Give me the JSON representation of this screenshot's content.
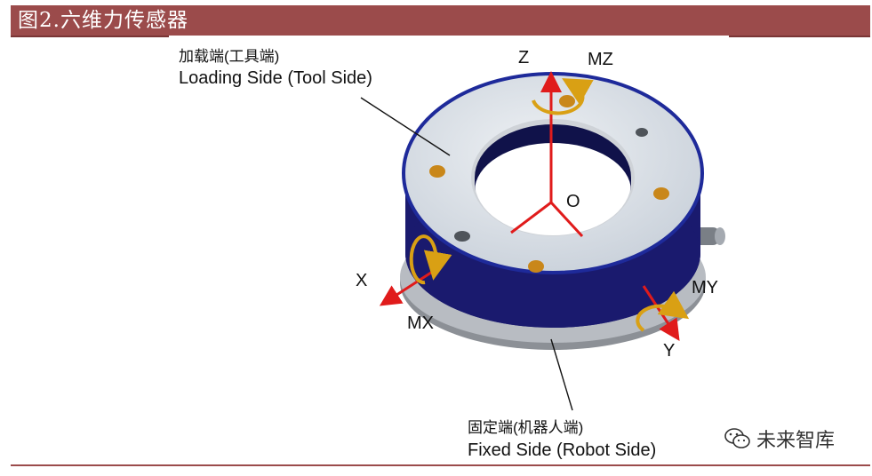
{
  "figure_title": "图2.六维力传感器",
  "loading_side": {
    "cn": "加载端(工具端)",
    "en": "Loading Side (Tool Side)"
  },
  "fixed_side": {
    "cn": "固定端(机器人端)",
    "en": "Fixed Side (Robot Side)"
  },
  "axes": {
    "z": "Z",
    "mz": "MZ",
    "origin": "O",
    "x": "X",
    "mx": "MX",
    "y": "Y",
    "my": "MY"
  },
  "watermark": {
    "text": "未来智库",
    "icon": "wechat-icon"
  },
  "colors": {
    "title_bar": "#9b4b4b",
    "ring_top": "#d3dae2",
    "ring_side": "#1a1a6e",
    "axis_arrow": "#e01b1b",
    "moment_arrow": "#d9a014"
  }
}
